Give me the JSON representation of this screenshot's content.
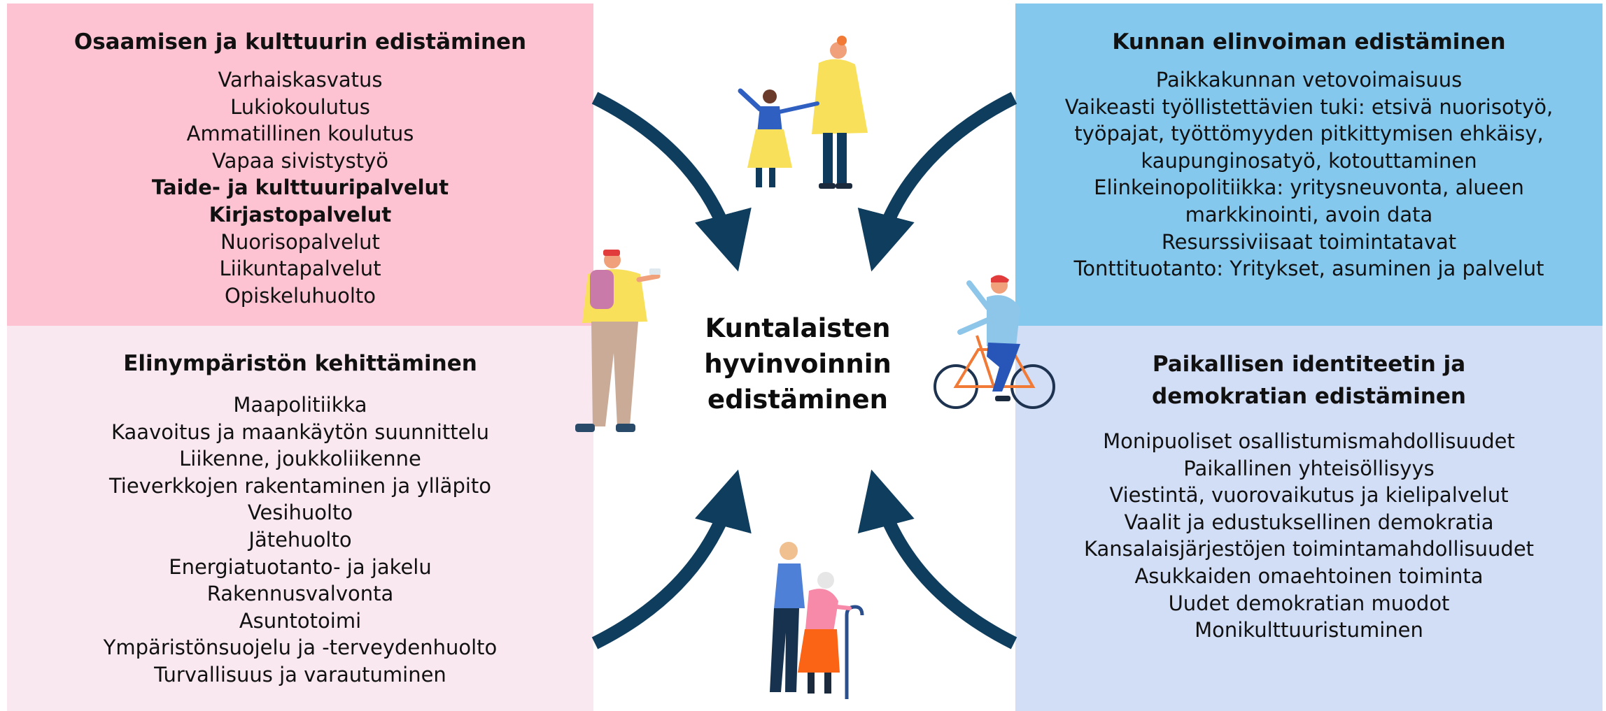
{
  "colors": {
    "top_left_bg": "#fdc3d3",
    "bottom_left_bg": "#f9e8f0",
    "top_right_bg": "#85c8ee",
    "bottom_right_bg": "#d2ddf6",
    "arrow": "#0f3d5e"
  },
  "center_title": [
    "Kuntalaisten",
    "hyvinvoinnin",
    "edistäminen"
  ],
  "panels": {
    "top_left": {
      "title": "Osaamisen ja kulttuurin edistäminen",
      "items": [
        {
          "text": "Varhaiskasvatus",
          "bold": false
        },
        {
          "text": "Lukiokoulutus",
          "bold": false
        },
        {
          "text": "Ammatillinen koulutus",
          "bold": false
        },
        {
          "text": "Vapaa sivistystyö",
          "bold": false
        },
        {
          "text": "Taide- ja kulttuuripalvelut",
          "bold": true
        },
        {
          "text": "Kirjastopalvelut",
          "bold": true
        },
        {
          "text": "Nuorisopalvelut",
          "bold": false
        },
        {
          "text": "Liikuntapalvelut",
          "bold": false
        },
        {
          "text": "Opiskeluhuolto",
          "bold": false
        }
      ]
    },
    "top_right": {
      "title": "Kunnan elinvoiman edistäminen",
      "items": [
        {
          "text": "Paikkakunnan vetovoimaisuus",
          "bold": false
        },
        {
          "text": "Vaikeasti työllistettävien tuki: etsivä nuorisotyö,",
          "bold": false
        },
        {
          "text": "työpajat, työttömyyden pitkittymisen ehkäisy,",
          "bold": false
        },
        {
          "text": "kaupunginosatyö, kotouttaminen",
          "bold": false
        },
        {
          "text": "Elinkeinopolitiikka: yritysneuvonta, alueen",
          "bold": false
        },
        {
          "text": "markkinointi, avoin data",
          "bold": false
        },
        {
          "text": "Resurssiviisaat toimintatavat",
          "bold": false
        },
        {
          "text": "Tonttituotanto: Yritykset, asuminen ja palvelut",
          "bold": false
        }
      ]
    },
    "bottom_left": {
      "title": "Elinympäristön kehittäminen",
      "items": [
        {
          "text": "Maapolitiikka",
          "bold": false
        },
        {
          "text": "Kaavoitus ja maankäytön suunnittelu",
          "bold": false
        },
        {
          "text": "Liikenne, joukkoliikenne",
          "bold": false
        },
        {
          "text": "Tieverkkojen rakentaminen ja ylläpito",
          "bold": false
        },
        {
          "text": "Vesihuolto",
          "bold": false
        },
        {
          "text": "Jätehuolto",
          "bold": false
        },
        {
          "text": "Energiatuotanto- ja jakelu",
          "bold": false
        },
        {
          "text": "Rakennusvalvonta",
          "bold": false
        },
        {
          "text": "Asuntotoimi",
          "bold": false
        },
        {
          "text": "Ympäristönsuojelu ja -terveydenhuolto",
          "bold": false
        },
        {
          "text": "Turvallisuus ja varautuminen",
          "bold": false
        }
      ]
    },
    "bottom_right": {
      "title": [
        "Paikallisen identiteetin ja",
        "demokratian edistäminen"
      ],
      "items": [
        {
          "text": "Monipuoliset osallistumismahdollisuudet",
          "bold": false
        },
        {
          "text": "Paikallinen yhteisöllisyys",
          "bold": false
        },
        {
          "text": "Viestintä, vuorovaikutus ja kielipalvelut",
          "bold": false
        },
        {
          "text": "Vaalit ja edustuksellinen demokratia",
          "bold": false
        },
        {
          "text": "Kansalaisjärjestöjen toimintamahdollisuudet",
          "bold": false
        },
        {
          "text": "Asukkaiden omaehtoinen toiminta",
          "bold": false
        },
        {
          "text": "Uudet demokratian muodot",
          "bold": false
        },
        {
          "text": "Monikulttuuristuminen",
          "bold": false
        }
      ]
    }
  },
  "illustrations": [
    "parent-child-icon",
    "backpacker-icon",
    "cyclist-icon",
    "elderly-helper-icon"
  ]
}
